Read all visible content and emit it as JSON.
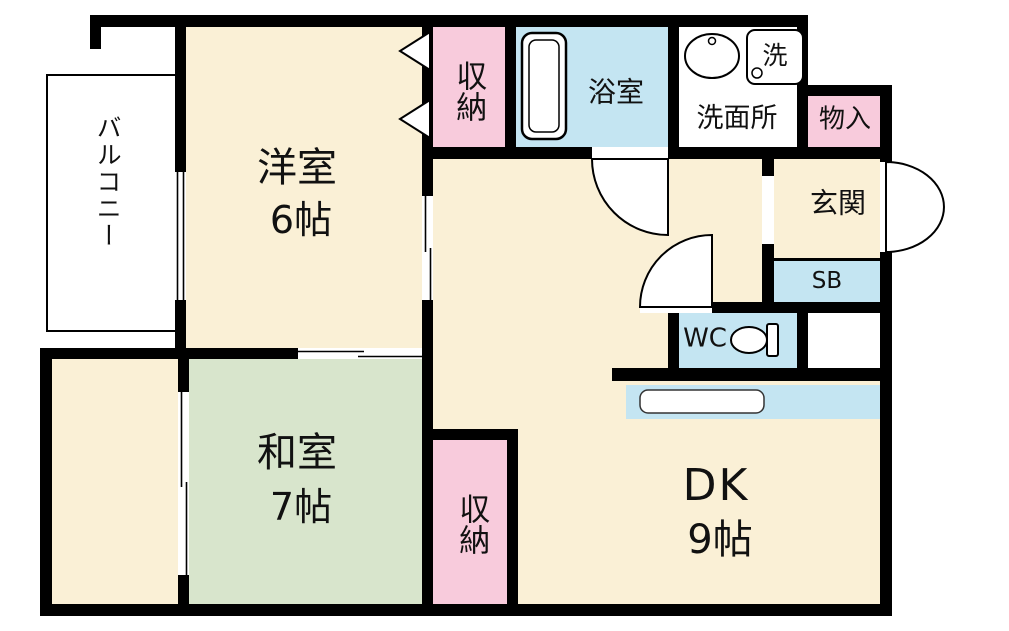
{
  "floorplan": {
    "balcony": "バルコニー",
    "western_room": {
      "name": "洋室",
      "size": "6帖"
    },
    "storage_top": "収納",
    "bathroom": "浴室",
    "washroom": "洗面所",
    "laundry": "洗",
    "closet": "物入",
    "entrance": "玄関",
    "shoebox": "SB",
    "toilet": "WC",
    "japanese_room": {
      "name": "和室",
      "size": "7帖"
    },
    "storage_bottom": "収納",
    "dining_kitchen": {
      "name": "DK",
      "size": "9帖"
    },
    "colors": {
      "room_cream": "#FAF0D6",
      "tatami_green": "#D8E5CC",
      "wet_area_blue": "#C4E5F2",
      "storage_pink": "#F8CBDC",
      "wall_black": "#000000"
    }
  }
}
